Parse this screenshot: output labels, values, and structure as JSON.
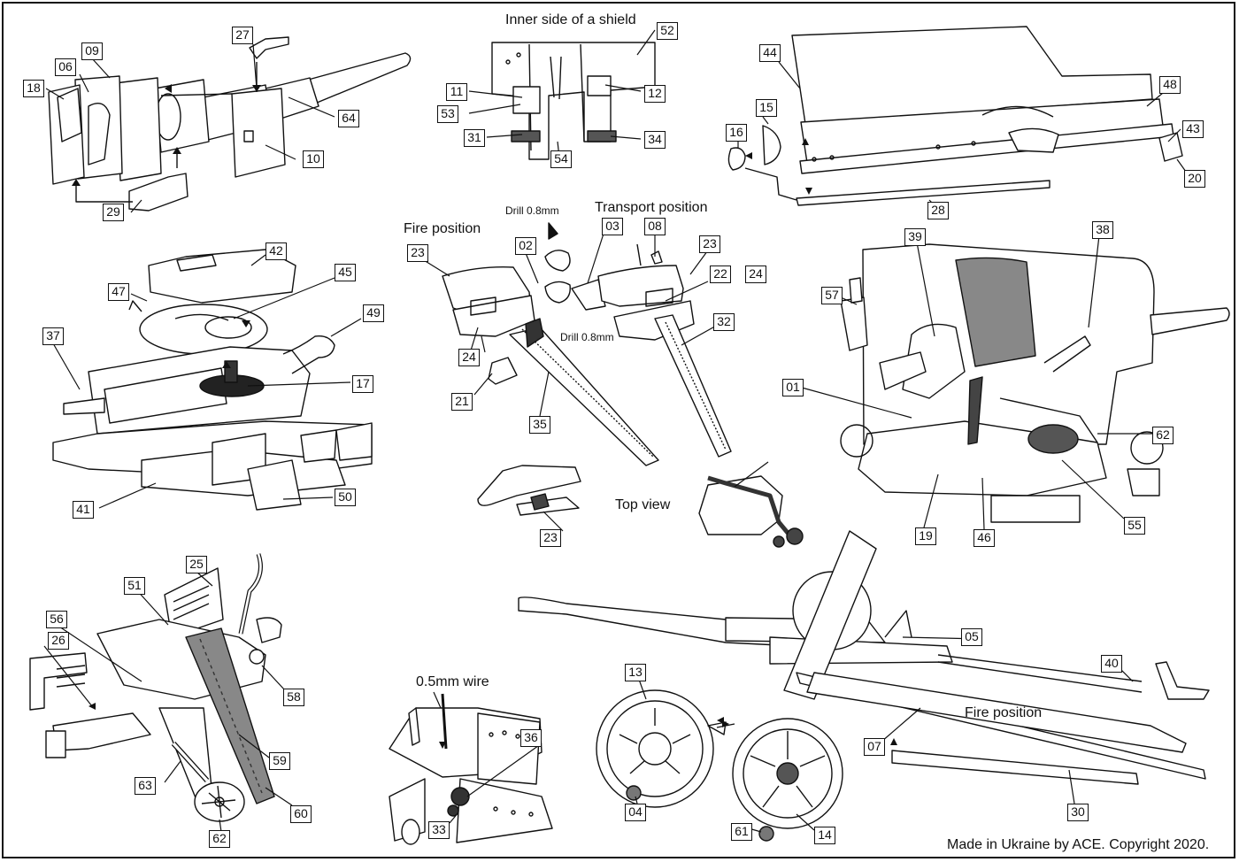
{
  "captions": {
    "shield": "Inner side of a shield",
    "drill_top": "Drill 0.8mm",
    "drill_mid": "Drill 0.8mm",
    "transport": "Transport position",
    "fire": "Fire position",
    "top_view": "Top view",
    "wire": "0.5mm wire",
    "fire_main": "Fire position",
    "copyright": "Made in Ukraine by ACE. Copyright 2020."
  },
  "labels": [
    "18",
    "09",
    "06",
    "27",
    "64",
    "10",
    "29",
    "11",
    "53",
    "31",
    "52",
    "12",
    "34",
    "54",
    "44",
    "48",
    "15",
    "16",
    "43",
    "20",
    "28",
    "42",
    "47",
    "45",
    "49",
    "37",
    "17",
    "41",
    "50",
    "02",
    "03",
    "08",
    "23",
    "24",
    "21",
    "35",
    "22",
    "32",
    "23",
    "24",
    "23",
    "39",
    "38",
    "57",
    "01",
    "62",
    "19",
    "46",
    "55",
    "25",
    "51",
    "56",
    "26",
    "58",
    "59",
    "63",
    "60",
    "62",
    "05",
    "40",
    "13",
    "07",
    "30",
    "36",
    "33",
    "04",
    "61",
    "14"
  ],
  "colors": {
    "line": "#111111",
    "dark": "#777777",
    "fill": "#ffffff"
  }
}
